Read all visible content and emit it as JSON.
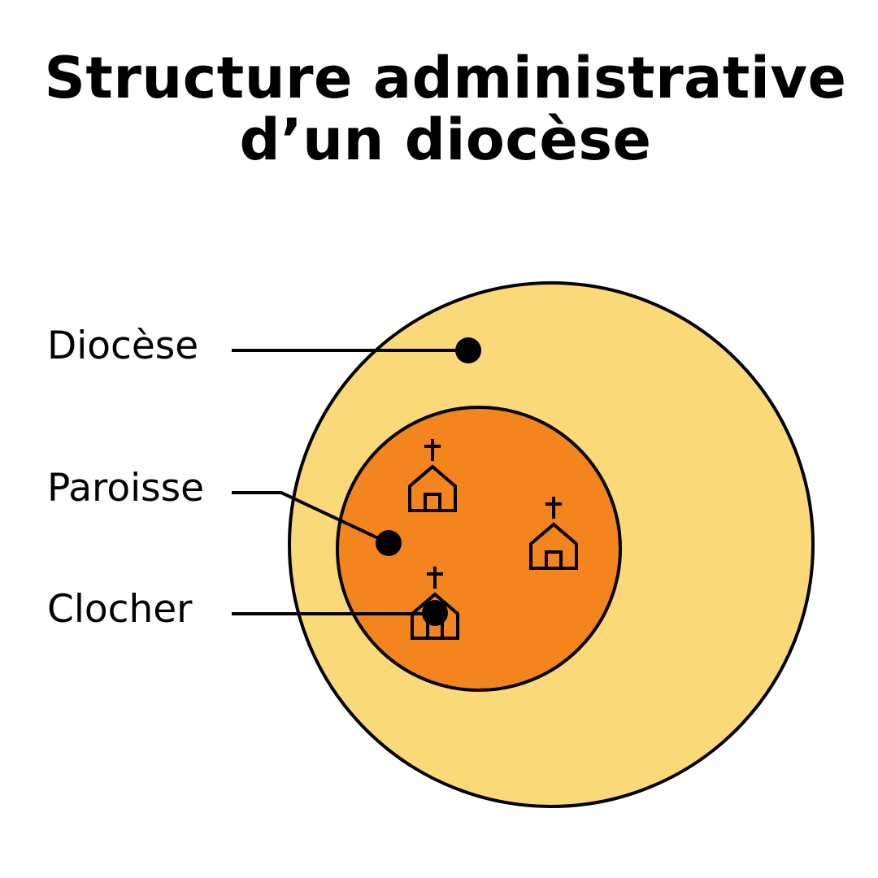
{
  "title": {
    "line1": "Structure administrative",
    "line2": "d’un diocèse"
  },
  "labels": {
    "diocese": "Diocèse",
    "paroisse": "Paroisse",
    "clocher": "Clocher"
  },
  "colors": {
    "diocese_fill": "#FAD978",
    "paroisse_fill": "#F3841E",
    "outline": "#000000",
    "background": "#FFFFFF"
  },
  "icons": {
    "church": "church-icon",
    "marker": "dot-marker"
  },
  "structure": {
    "diocese_contains": "paroisse",
    "paroisse_contains_clochers": 3
  }
}
